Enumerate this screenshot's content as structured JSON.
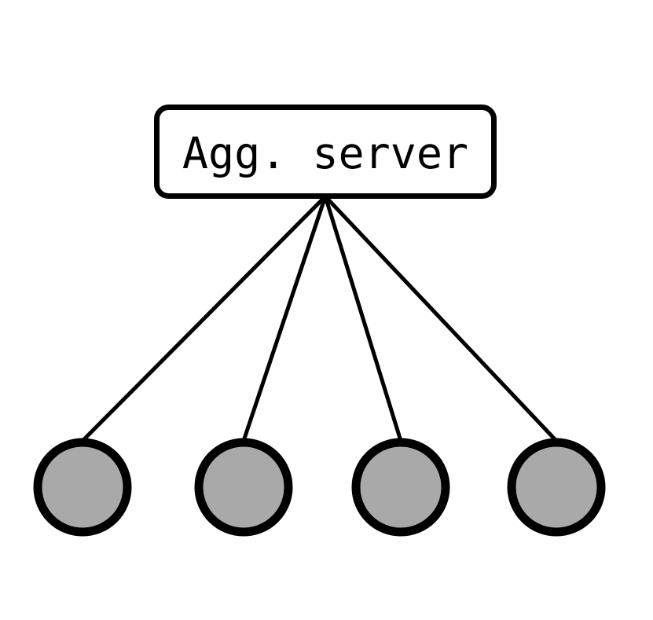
{
  "diagram": {
    "type": "star-topology",
    "server_node": {
      "label": "Agg. server",
      "shape": "rounded-rectangle",
      "fill": "#ffffff",
      "stroke": "#000000"
    },
    "worker_nodes": {
      "count": 4,
      "shape": "circle",
      "fill": "#a9a9a9",
      "stroke": "#000000"
    },
    "edges": {
      "count": 4,
      "from": "aggregation-server",
      "to": "worker-nodes",
      "color": "#000000"
    }
  },
  "colors": {
    "background": "#ffffff",
    "stroke": "#000000",
    "worker_fill": "#a9a9a9",
    "box_fill": "#ffffff"
  }
}
